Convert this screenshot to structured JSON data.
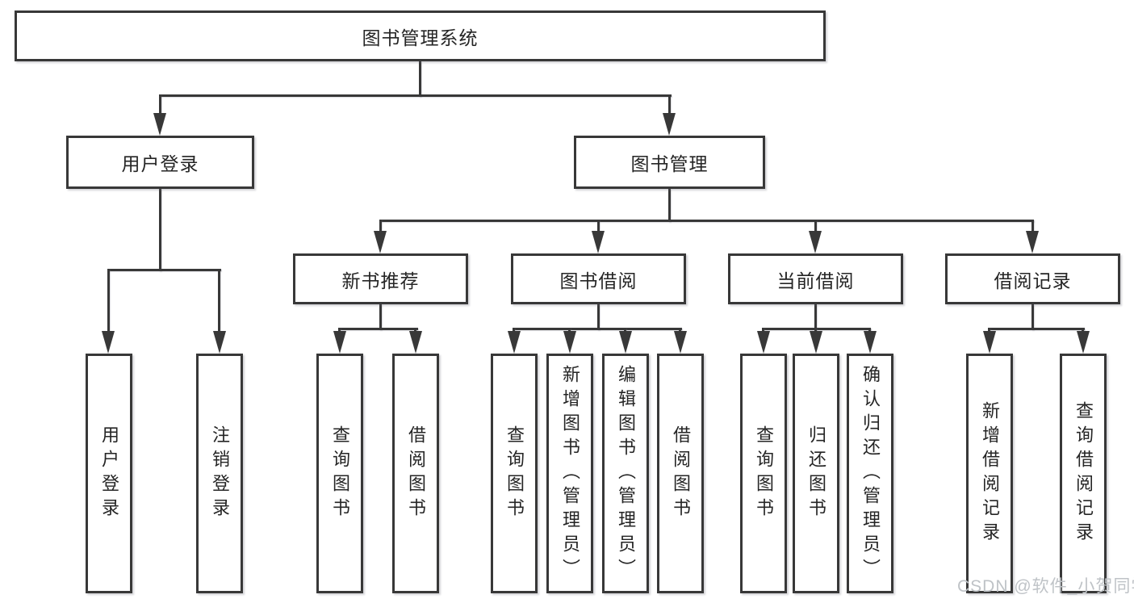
{
  "root": {
    "label": "图书管理系统"
  },
  "user_login": {
    "label": "用户登录",
    "children": {
      "login": "用户登录",
      "logout": "注销登录"
    }
  },
  "book_mgmt": {
    "label": "图书管理"
  },
  "new_books": {
    "label": "新书推荐",
    "children": {
      "c1": "查询图书",
      "c2": "借阅图书"
    }
  },
  "borrowing": {
    "label": "图书借阅",
    "children": {
      "c1": "查询图书",
      "c2": "新增图书（管理员）",
      "c3": "编辑图书（管理员）",
      "c4": "借阅图书"
    }
  },
  "current": {
    "label": "当前借阅",
    "children": {
      "c1": "查询图书",
      "c2": "归还图书",
      "c3": "确认归还（管理员）"
    }
  },
  "records": {
    "label": "借阅记录",
    "children": {
      "c1": "新增借阅记录",
      "c2": "查询借阅记录"
    }
  },
  "watermark": "CSDN @软件_小贺同学",
  "colors": {
    "line": "#383838",
    "text": "#252525",
    "watermark": "#bfc3c7",
    "background": "#ffffff"
  }
}
